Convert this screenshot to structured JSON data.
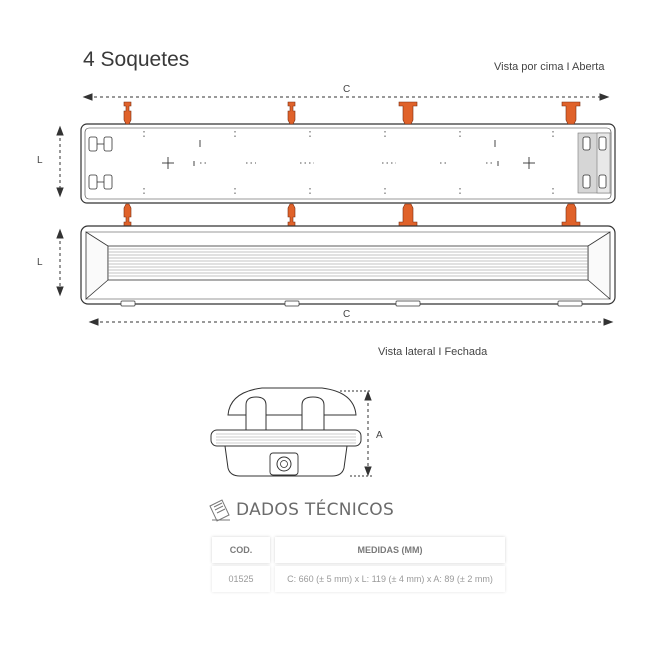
{
  "title": "4 Soquetes",
  "top_view": {
    "caption": "Vista por cima  I  Aberta",
    "length_label": "C",
    "width_label": "L"
  },
  "side_view": {
    "caption": "Vista lateral  I  Fechada",
    "length_label": "C",
    "width_label": "L"
  },
  "end_view": {
    "height_label": "A"
  },
  "tech_data": {
    "title": "DADOS TÉCNICOS",
    "icon": "document-pencil-icon",
    "headers": {
      "code": "COD.",
      "measures": "MEDIDAS (MM)"
    },
    "row": {
      "code": "01525",
      "measures": "C: 660 (± 5 mm) x L: 119 (± 4 mm) x A: 89 (± 2 mm)"
    }
  },
  "colors": {
    "socket": "#e0622a",
    "line": "#333333",
    "grey": "#d9d9d9"
  }
}
